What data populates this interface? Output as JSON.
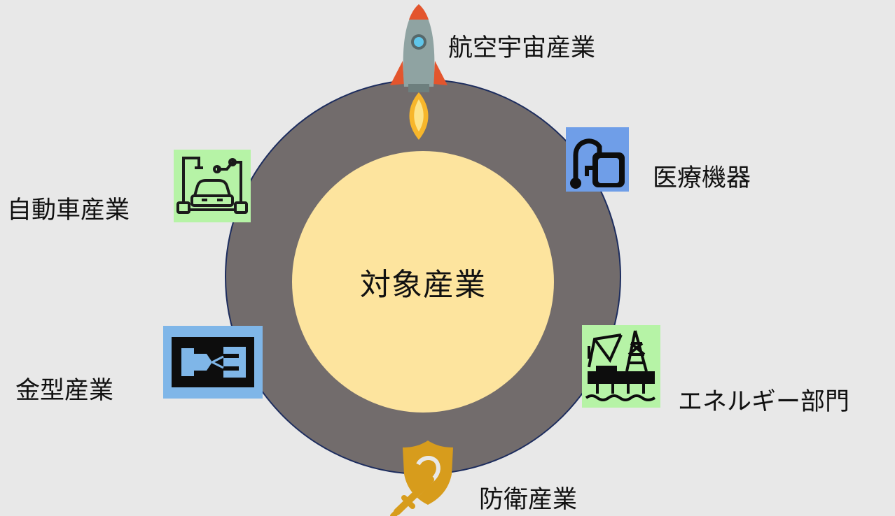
{
  "center": {
    "label": "対象産業"
  },
  "sectors": {
    "aerospace": {
      "label": "航空宇宙産業",
      "icon": "rocket-icon"
    },
    "medical": {
      "label": "医療機器",
      "icon": "medical-device-icon",
      "color": "#6f9ee8"
    },
    "energy": {
      "label": "エネルギー部門",
      "icon": "oil-rig-icon",
      "color": "#b6f3a6"
    },
    "defense": {
      "label": "防衛産業",
      "icon": "shield-sword-icon",
      "color": "#d79c1c"
    },
    "mold": {
      "label": "金型産業",
      "icon": "mold-icon",
      "color": "#7fb6e8"
    },
    "automotive": {
      "label": "自動車産業",
      "icon": "robot-car-assembly-icon",
      "color": "#b6f3a6"
    }
  },
  "colors": {
    "background": "#e8e8e8",
    "ring": "#726c6c",
    "ring_border": "#1d2d5e",
    "core": "#fde49e"
  }
}
